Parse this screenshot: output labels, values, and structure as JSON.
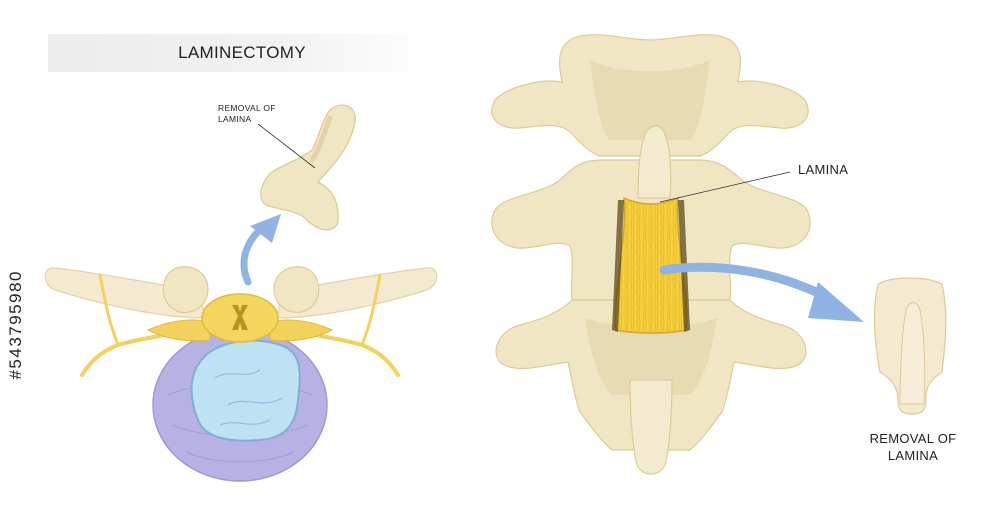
{
  "title": "LAMINECTOMY",
  "labels": {
    "left_removal": [
      "REMOVAL OF",
      "LAMINA"
    ],
    "lamina": "LAMINA",
    "right_removal": [
      "REMOVAL OF",
      "LAMINA"
    ]
  },
  "stock_id": "#543795980",
  "colors": {
    "bone": "#f1e6c4",
    "bone_shadow": "#e3d3a6",
    "bone_outline": "#dccb99",
    "nerve": "#f2d25c",
    "lamina": "#f6cf3d",
    "disc": "#b7b1e4",
    "nucleus": "#bfe1f4",
    "arrow": "#8fb4e4"
  }
}
